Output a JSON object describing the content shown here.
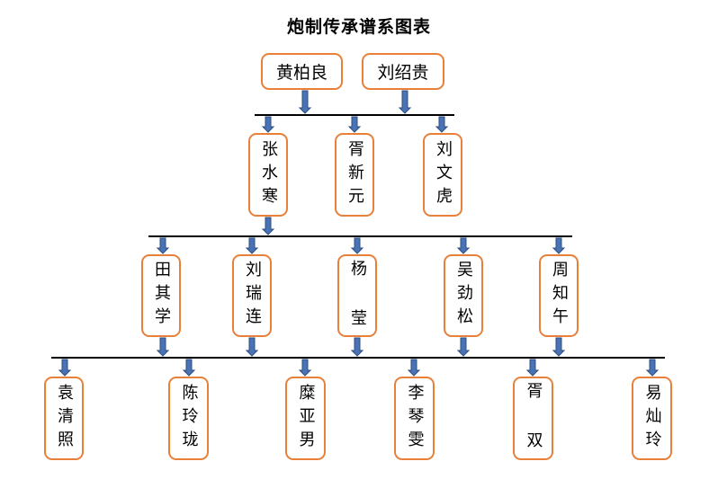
{
  "title": "炮制传承谱系图表",
  "generations": [
    {
      "members": [
        "黄柏良",
        "刘绍贵"
      ]
    },
    {
      "members": [
        "张水寒",
        "胥新元",
        "刘文虎"
      ]
    },
    {
      "members": [
        "田其学",
        "刘瑞连",
        "杨 莹",
        "吴劲松",
        "周知午"
      ]
    },
    {
      "members": [
        "袁清照",
        "陈玲珑",
        "糜亚男",
        "李琴雯",
        "胥 双",
        "易灿玲"
      ]
    }
  ],
  "colors": {
    "node_border": "#e8803a",
    "arrow_fill": "#4a73b5",
    "arrow_stroke": "#2f4f80",
    "line": "#000000"
  }
}
